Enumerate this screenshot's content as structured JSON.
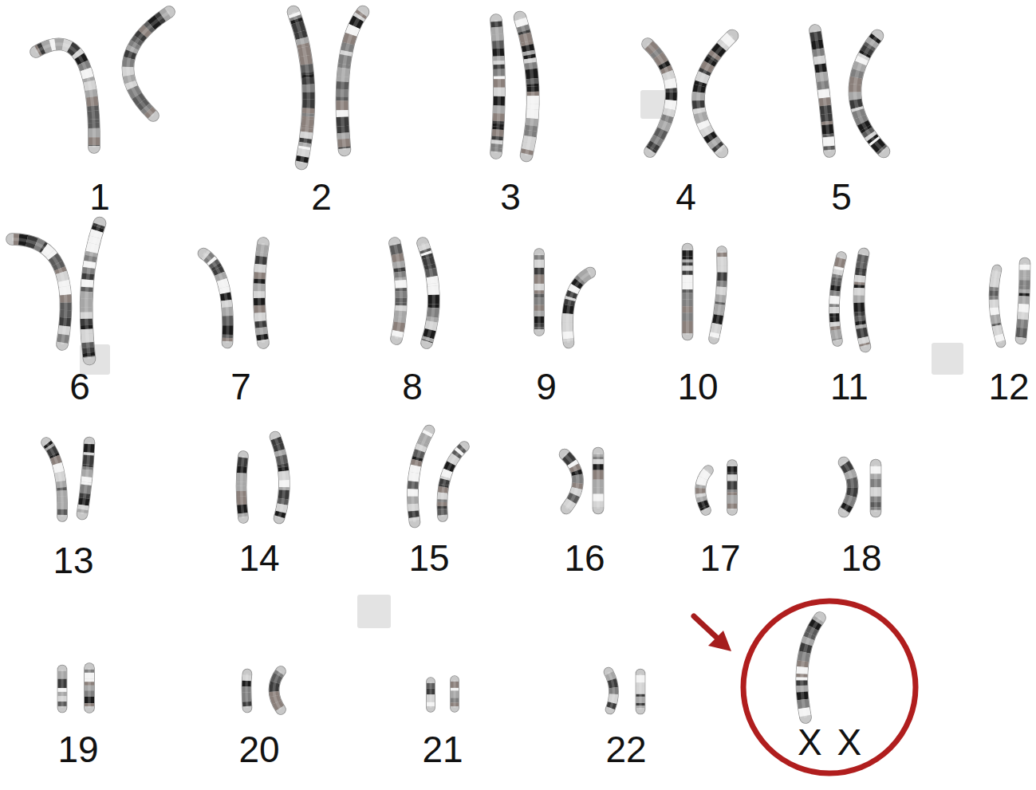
{
  "diagram": {
    "nodes": [
      {
        "text": [
          "X X"
        ]
      }
    ],
    "labels": [
      "1",
      "2",
      "3",
      "4",
      "5",
      "6",
      "7",
      "8",
      "9",
      "10",
      "11",
      "12",
      "13",
      "14",
      "15",
      "16",
      "17",
      "18",
      "19",
      "20",
      "21",
      "22"
    ]
  }
}
